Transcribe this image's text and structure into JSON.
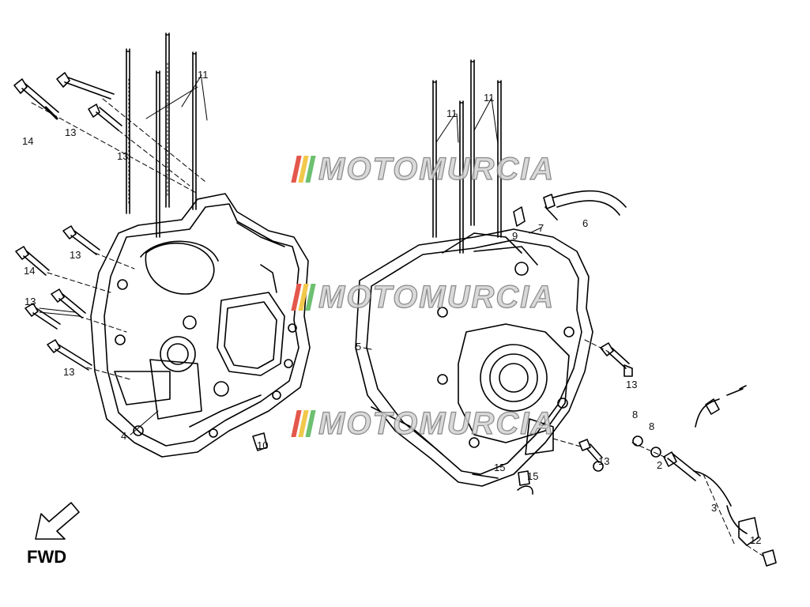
{
  "diagram": {
    "fwd_label": "FWD",
    "watermark_text": "MOTOMURCIA",
    "callouts": [
      {
        "id": "c11a",
        "text": "11"
      },
      {
        "id": "c14a",
        "text": "14"
      },
      {
        "id": "c13a",
        "text": "13"
      },
      {
        "id": "c13b",
        "text": "13"
      },
      {
        "id": "c13c",
        "text": "13"
      },
      {
        "id": "c14b",
        "text": "14"
      },
      {
        "id": "c13d",
        "text": "13"
      },
      {
        "id": "c13e",
        "text": "13"
      },
      {
        "id": "c4",
        "text": "4"
      },
      {
        "id": "c10",
        "text": "10"
      },
      {
        "id": "c11b",
        "text": "11"
      },
      {
        "id": "c11c",
        "text": "11"
      },
      {
        "id": "c6",
        "text": "6"
      },
      {
        "id": "c7",
        "text": "7"
      },
      {
        "id": "c9",
        "text": "9"
      },
      {
        "id": "c5",
        "text": "5"
      },
      {
        "id": "c13f",
        "text": "13"
      },
      {
        "id": "c8a",
        "text": "8"
      },
      {
        "id": "c8b",
        "text": "8"
      },
      {
        "id": "c13g",
        "text": "13"
      },
      {
        "id": "c2",
        "text": "2"
      },
      {
        "id": "c15a",
        "text": "15"
      },
      {
        "id": "c15b",
        "text": "15"
      },
      {
        "id": "c3",
        "text": "3"
      },
      {
        "id": "c12",
        "text": "12"
      }
    ]
  }
}
